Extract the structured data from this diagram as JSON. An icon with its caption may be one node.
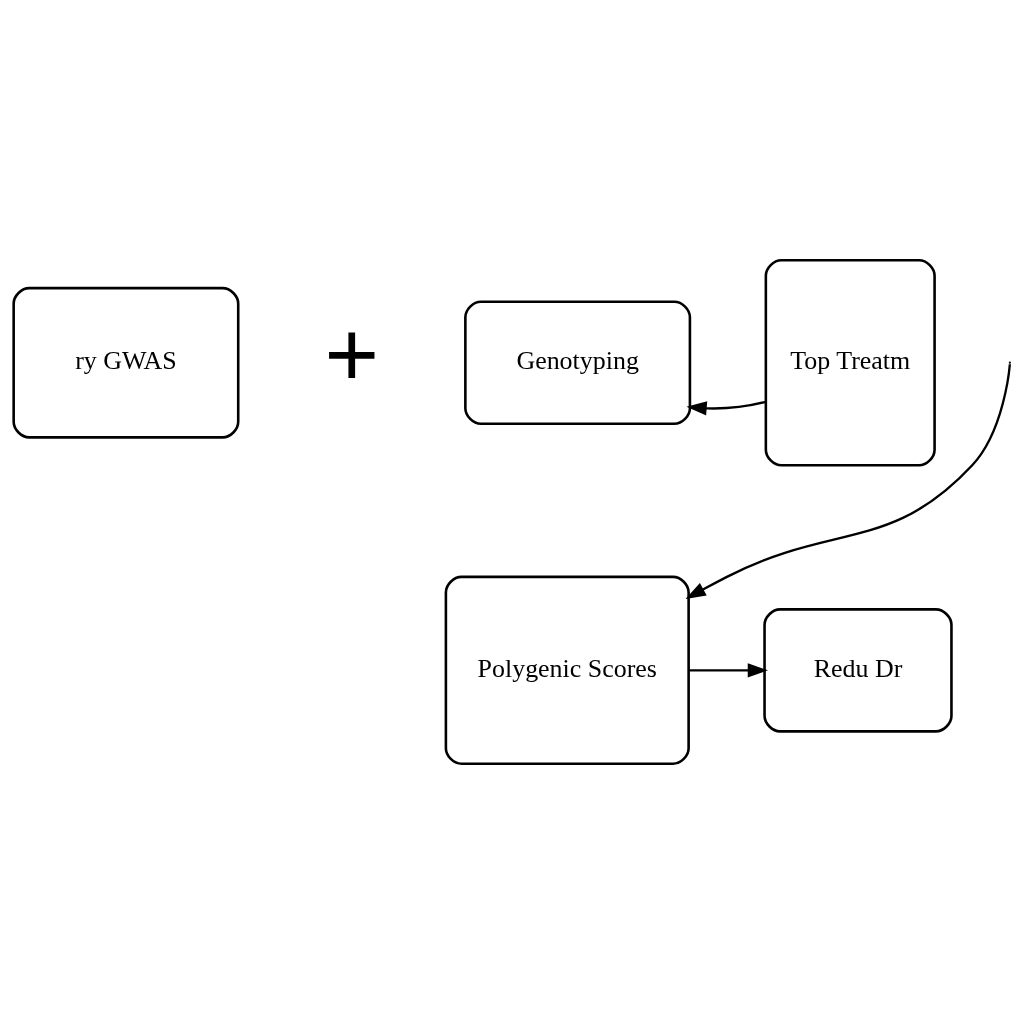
{
  "diagram": {
    "nodes": [
      {
        "text": [
          "ry GWAS"
        ]
      },
      {
        "text": [
          "Genotyping"
        ]
      },
      {
        "text": [
          "Top Treatm"
        ]
      },
      {
        "text": [
          "Polygenic Scores"
        ]
      },
      {
        "text": [
          "Redu Dr"
        ]
      }
    ],
    "edges": [
      {
        "from": 2,
        "to": 1,
        "arrow": "to"
      },
      {
        "from": null,
        "to": 3,
        "arrow": "to"
      },
      {
        "from": 3,
        "to": 4,
        "arrow": "to"
      }
    ],
    "labels": [
      "+"
    ]
  }
}
